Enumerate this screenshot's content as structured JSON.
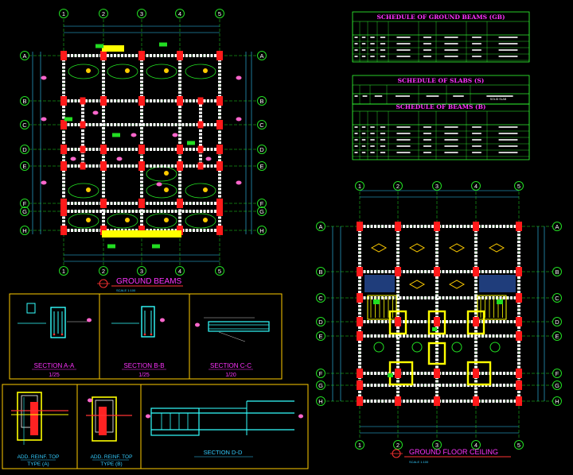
{
  "colors": {
    "background": "#000000",
    "column": "#ff1a1a",
    "beam": "#ffffff",
    "grid_bubble": "#22dd22",
    "dimension": "#33ccff",
    "title_text": "#ff33ff",
    "table_line": "#33ff33",
    "frame": "#ffcc00",
    "rebar": "#33ffff",
    "detail_yellow": "#ffff00"
  },
  "ground_beams": {
    "title": "GROUND BEAMS",
    "scale": "SCALE 1:100",
    "grid_cols": [
      "1",
      "2",
      "3",
      "4",
      "5"
    ],
    "grid_rows": [
      "A",
      "B",
      "C",
      "D",
      "E",
      "F",
      "G",
      "H"
    ]
  },
  "ground_floor_ceiling": {
    "title": "GROUND FLOOR CEILING",
    "scale": "SCALE 1:100",
    "grid_cols": [
      "1",
      "2",
      "3",
      "4",
      "5"
    ],
    "grid_rows": [
      "A",
      "B",
      "C",
      "D",
      "E",
      "F",
      "G",
      "H"
    ]
  },
  "schedules": {
    "ground_beams_title": "SCHEDULE OF GROUND BEAMS (GB)",
    "slabs_title": "SCHEDULE OF SLABS (S)",
    "beams_title": "SCHEDULE OF BEAMS (B)",
    "slab_note": "SOLID SLAB"
  },
  "sections": [
    {
      "title": "SECTION A-A",
      "scale": "1/25"
    },
    {
      "title": "SECTION B-B",
      "scale": "1/25"
    },
    {
      "title": "SECTION C-C",
      "scale": "1/20"
    },
    {
      "title": "SECTION D-D",
      "scale": ""
    }
  ],
  "reinf": [
    {
      "line1": "ADD. REINF. TOP",
      "line2": "TYPE (A)"
    },
    {
      "line1": "ADD. REINF. TOP",
      "line2": "TYPE (B)"
    }
  ]
}
